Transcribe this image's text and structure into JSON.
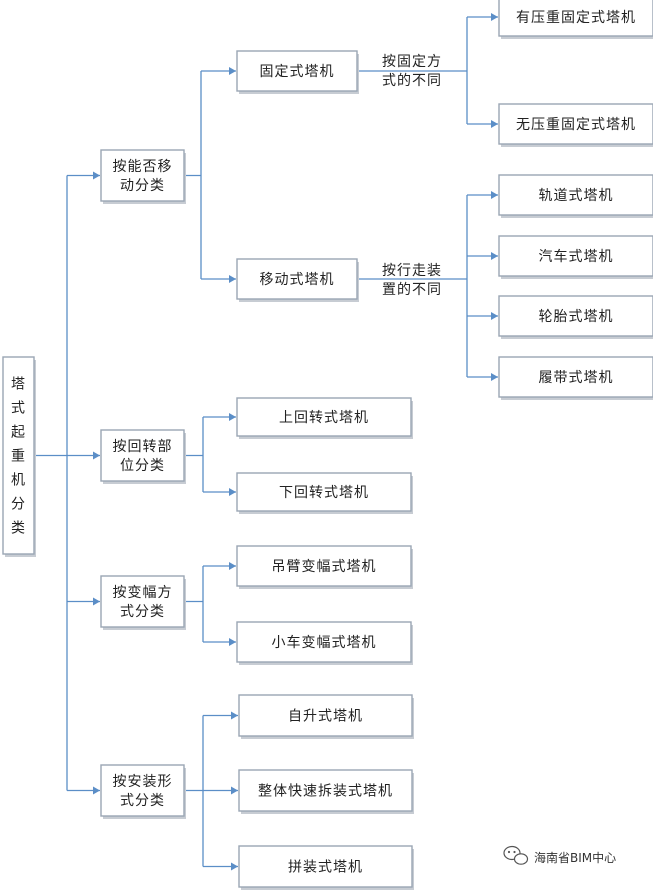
{
  "root": {
    "label": "塔式起重机分类",
    "lines": [
      "塔",
      "式",
      "起",
      "重",
      "机",
      "分",
      "类"
    ]
  },
  "groups": [
    {
      "id": "g1",
      "lines": [
        "按能否移",
        "动分类"
      ]
    },
    {
      "id": "g2",
      "lines": [
        "按回转部",
        "位分类"
      ]
    },
    {
      "id": "g3",
      "lines": [
        "按变幅方",
        "式分类"
      ]
    },
    {
      "id": "g4",
      "lines": [
        "按安装形",
        "式分类"
      ]
    }
  ],
  "mid_nodes": [
    {
      "id": "fixed",
      "label": "固定式塔机",
      "edge_label": [
        "按固定方",
        "式的不同"
      ]
    },
    {
      "id": "mobile",
      "label": "移动式塔机",
      "edge_label": [
        "按行走装",
        "置的不同"
      ]
    }
  ],
  "leaves": {
    "fixed": [
      "有压重固定式塔机",
      "无压重固定式塔机"
    ],
    "mobile": [
      "轨道式塔机",
      "汽车式塔机",
      "轮胎式塔机",
      "履带式塔机"
    ],
    "g2": [
      "上回转式塔机",
      "下回转式塔机"
    ],
    "g3": [
      "吊臂变幅式塔机",
      "小车变幅式塔机"
    ],
    "g4": [
      "自升式塔机",
      "整体快速拆装式塔机",
      "拼装式塔机"
    ]
  },
  "watermark": {
    "text": "海南省BIM中心",
    "icon": "wechat-icon"
  },
  "colors": {
    "connector": "#5b8ec7",
    "box_border": "#9aa6b4"
  }
}
